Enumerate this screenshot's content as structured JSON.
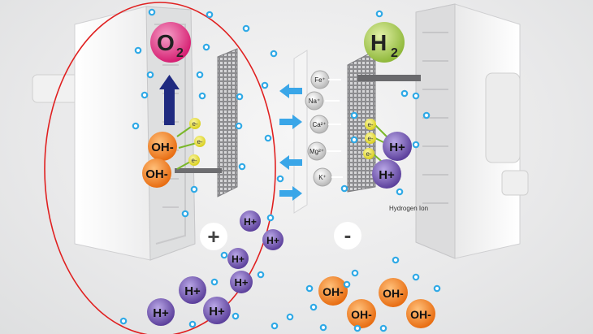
{
  "molecules": {
    "oxygen": {
      "symbol": "O",
      "subscript": "2"
    },
    "hydrogen": {
      "symbol": "H",
      "subscript": "2"
    }
  },
  "electron_label": "e-",
  "hydroxide_label": "OH-",
  "proton_label": "H+",
  "metal_ions": [
    "Fe⁺",
    "Na⁺",
    "Ca²⁺",
    "Mg²⁺",
    "K⁺"
  ],
  "hydrogen_ion_caption": "Hydrogen Ion",
  "anode_sign": "+",
  "cathode_sign": "-",
  "colors": {
    "oxygen": "#e2307e",
    "hydrogen": "#a6c94a",
    "hydroxide": "#f07a1f",
    "proton": "#6a4fa8",
    "electron": "#e8e33a",
    "water_dot": "#2fa9e6",
    "arrow": "#3aa6e8",
    "highlight_ellipse": "#e02020"
  }
}
